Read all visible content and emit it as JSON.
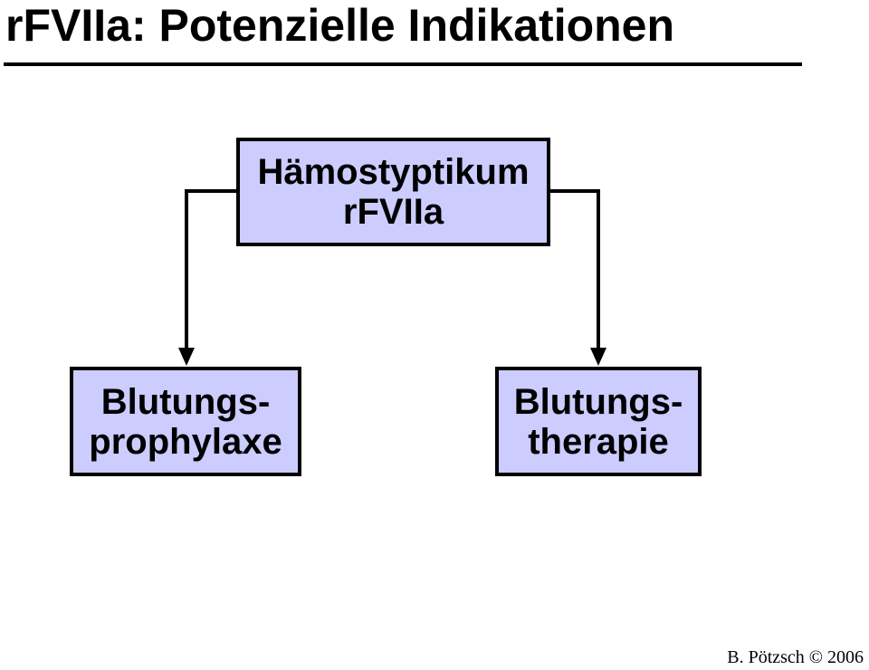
{
  "title": "rFVIIa: Potenzielle Indikationen",
  "top_box": {
    "line1": "Hämostyptikum",
    "line2": "rFVIIa"
  },
  "left_box": {
    "line1": "Blutungs-",
    "line2": "prophylaxe"
  },
  "right_box": {
    "line1": "Blutungs-",
    "line2": "therapie"
  },
  "footer": "B. Pötzsch © 2006",
  "colors": {
    "box_fill": "#ccccff",
    "border": "#000000",
    "background": "#ffffff"
  }
}
